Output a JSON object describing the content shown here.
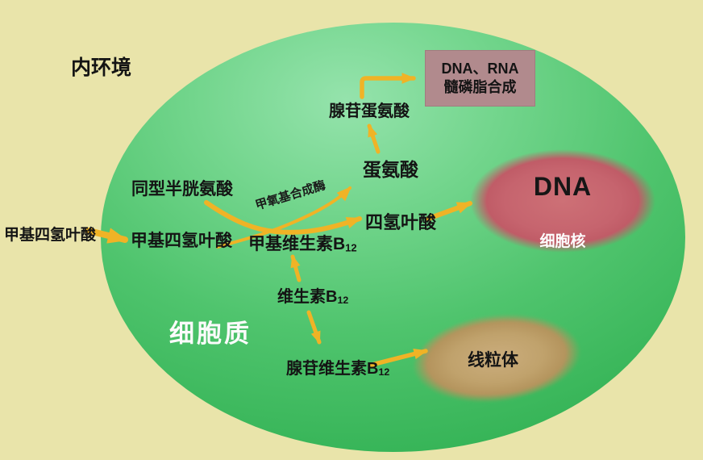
{
  "labels": {
    "environment": "内环境",
    "cytoplasm": "细胞质",
    "nucleus_dna": "DNA",
    "nucleus_name": "细胞核",
    "mitochondria": "线粒体",
    "synthesis_box": {
      "line1": "DNA、RNA",
      "line2": "髓磷脂合成"
    },
    "outer_methyl_thf": "甲基四氢叶酸",
    "inner_methyl_thf": "甲基四氢叶酸",
    "homocysteine": "同型半胱氨酸",
    "enzyme": "甲氧基合成酶",
    "methionine": "蛋氨酸",
    "adenosyl_methionine": "腺苷蛋氨酸",
    "thf": "四氢叶酸",
    "methyl_b12": {
      "text": "甲基维生素B",
      "sub": "12"
    },
    "b12": {
      "text": "维生素B",
      "sub": "12"
    },
    "adenosyl_b12": {
      "text": "腺苷维生素B",
      "sub": "12"
    }
  },
  "colors": {
    "background": "#e9e4aa",
    "cell_green_light": "#95e3ac",
    "cell_green_dark": "#2aab4a",
    "nucleus_rose": "#c6646e",
    "mitochondria_tan": "#c0a26c",
    "synthesis_box_mauve": "#b18a8d",
    "arrow_gold": "#f0b326",
    "text_black": "#141414",
    "text_white": "#fbfbfb"
  }
}
